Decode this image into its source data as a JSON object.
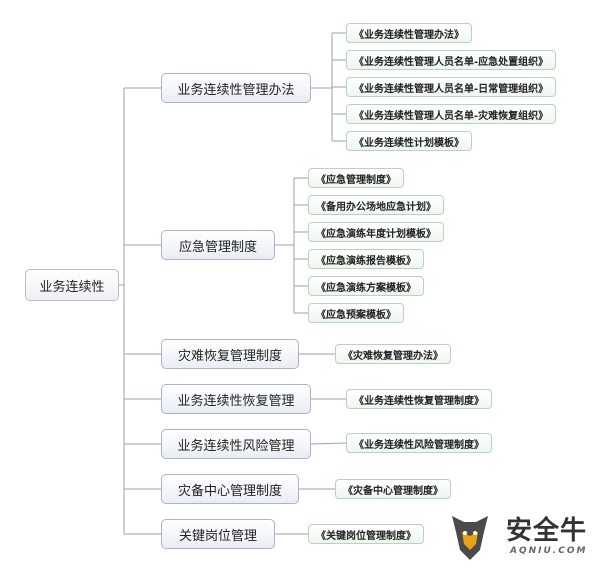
{
  "root": {
    "label": "业务连续性"
  },
  "branches": [
    {
      "label": "业务连续性管理办法",
      "children": [
        "《业务连续性管理办法》",
        "《业务连续性管理人员名单-应急处置组织》",
        "《业务连续性管理人员名单-日常管理组织》",
        "《业务连续性管理人员名单-灾难恢复组织》",
        "《业务连续性计划模板》"
      ]
    },
    {
      "label": "应急管理制度",
      "children": [
        "《应急管理制度》",
        "《备用办公场地应急计划》",
        "《应急演练年度计划模板》",
        "《应急演练报告模板》",
        "《应急演练方案模板》",
        "《应急预案模板》"
      ]
    },
    {
      "label": "灾难恢复管理制度",
      "children": [
        "《灾难恢复管理办法》"
      ]
    },
    {
      "label": "业务连续性恢复管理",
      "children": [
        "《业务连续性恢复管理制度》"
      ]
    },
    {
      "label": "业务连续性风险管理",
      "children": [
        "《业务连续性风险管理制度》"
      ]
    },
    {
      "label": "灾备中心管理制度",
      "children": [
        "《灾备中心管理制度》"
      ]
    },
    {
      "label": "关键岗位管理",
      "children": [
        "《关键岗位管理制度》"
      ]
    }
  ],
  "watermark": {
    "name": "安全牛",
    "site": "AQNIU.COM"
  },
  "colors": {
    "line": "#9aa3b0",
    "child_border": "#b7d4bb",
    "branch_border": "#a9b4c8"
  }
}
